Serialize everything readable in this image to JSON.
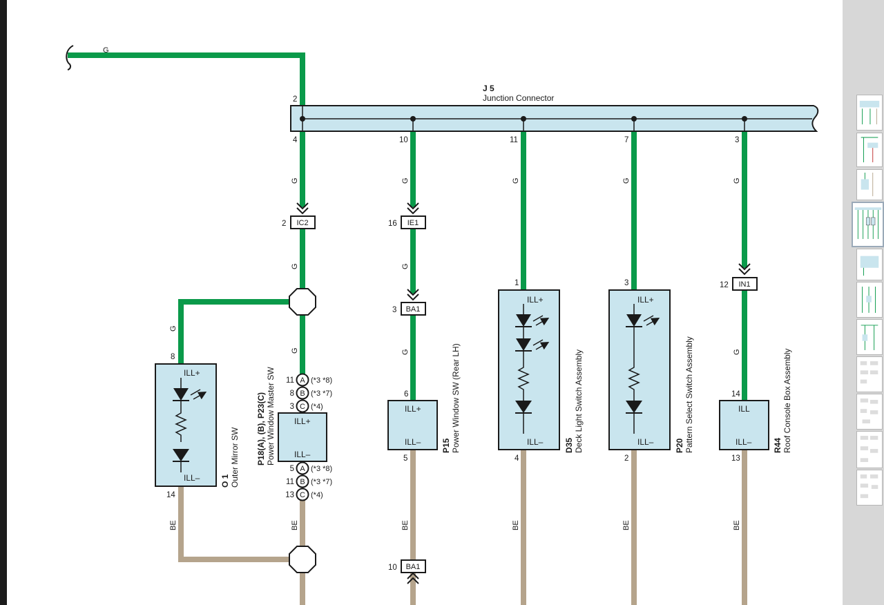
{
  "colors": {
    "green_wire": "#0a9a4a",
    "beige_wire": "#b5a48c",
    "component_fill": "#c9e5ee",
    "connector_fill": "#ffffff"
  },
  "wire_labels": {
    "green": "G",
    "beige": "BE"
  },
  "junction": {
    "code": "J 5",
    "name": "Junction Connector",
    "pin_top": "2",
    "pins_bottom": [
      "4",
      "10",
      "11",
      "7",
      "3"
    ]
  },
  "connectors": {
    "ic2": {
      "label": "IC2",
      "pin": "2"
    },
    "ie1": {
      "label": "IE1",
      "pin": "16"
    },
    "ba1_top": {
      "label": "BA1",
      "pin": "3"
    },
    "ba1_bottom": {
      "label": "BA1",
      "pin": "10"
    },
    "in1": {
      "label": "IN1",
      "pin": "12"
    }
  },
  "components": {
    "o1": {
      "code": "O 1",
      "name": "Outer Mirror SW",
      "pin_top": "8",
      "pin_bottom": "14",
      "ill_plus": "ILL+",
      "ill_minus": "ILL–"
    },
    "p18": {
      "code": "P18(A), (B), P23(C)",
      "name": "Power Window Master SW",
      "ill_plus": "ILL+",
      "ill_minus": "ILL–",
      "top_pins": [
        {
          "pin": "11",
          "letter": "A",
          "note": "(*3 *8)"
        },
        {
          "pin": "8",
          "letter": "B",
          "note": "(*3 *7)"
        },
        {
          "pin": "3",
          "letter": "C",
          "note": "(*4)"
        }
      ],
      "bottom_pins": [
        {
          "pin": "5",
          "letter": "A",
          "note": "(*3 *8)"
        },
        {
          "pin": "11",
          "letter": "B",
          "note": "(*3 *7)"
        },
        {
          "pin": "13",
          "letter": "C",
          "note": "(*4)"
        }
      ]
    },
    "p15": {
      "code": "P15",
      "name": "Power Window SW (Rear LH)",
      "pin_top": "6",
      "pin_bottom": "5",
      "ill_plus": "ILL+",
      "ill_minus": "ILL–"
    },
    "d35": {
      "code": "D35",
      "name": "Deck Light Switch Assembly",
      "pin_top": "1",
      "pin_bottom": "4",
      "ill_plus": "ILL+",
      "ill_minus": "ILL–"
    },
    "p20": {
      "code": "P20",
      "name": "Pattern Select Switch Assembly",
      "pin_top": "3",
      "pin_bottom": "2",
      "ill_plus": "ILL+",
      "ill_minus": "ILL–"
    },
    "r44": {
      "code": "R44",
      "name": "Roof Console Box Assembly",
      "pin_top": "14",
      "pin_bottom": "13",
      "ill": "ILL",
      "ill_minus": "ILL–"
    }
  },
  "thumbnails": {
    "count": 11,
    "active_index": 3
  }
}
